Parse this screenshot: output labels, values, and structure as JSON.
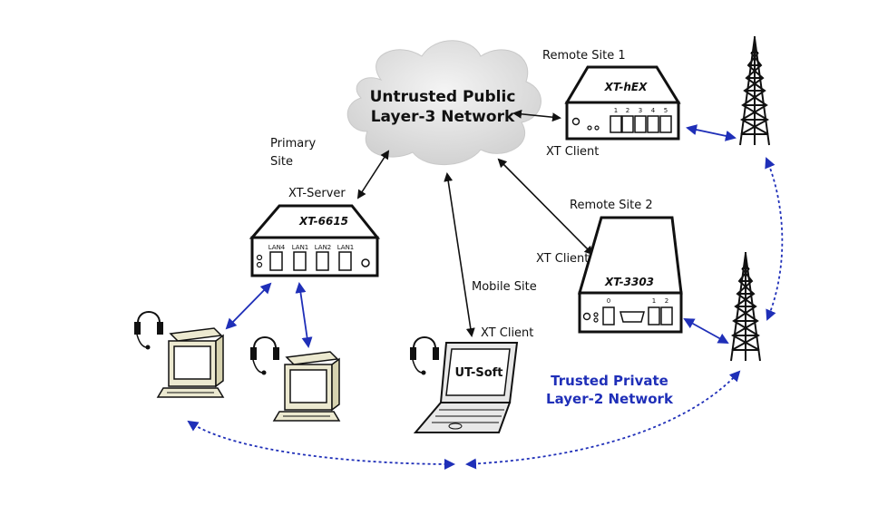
{
  "cloud": {
    "line1": "Untrusted Public",
    "line2": "Layer-3 Network"
  },
  "primary": {
    "line1": "Primary",
    "line2": "Site",
    "server_label": "XT-Server"
  },
  "devices": {
    "xt6615": {
      "name": "XT-6615",
      "ports": [
        "LAN4",
        "LAN1",
        "LAN2",
        "LAN1"
      ]
    },
    "xthex": {
      "name": "XT-hEX",
      "ports": [
        "1",
        "2",
        "3",
        "4",
        "5"
      ]
    },
    "xt3303": {
      "name": "XT-3303",
      "ports": [
        "0",
        "1",
        "2"
      ]
    }
  },
  "remote1": {
    "title": "Remote Site 1",
    "client": "XT Client"
  },
  "remote2": {
    "title": "Remote Site 2",
    "client": "XT Client"
  },
  "mobile": {
    "title": "Mobile Site",
    "client": "XT Client",
    "laptop_text": "UT-Soft"
  },
  "trusted": {
    "line1": "Trusted Private",
    "line2": "Layer-2 Network"
  },
  "colors": {
    "blue_link": "#1f2fb8",
    "black_link": "#111111",
    "cloud_fill": "#e6e6e6",
    "pc_fill": "#ece9d0"
  }
}
